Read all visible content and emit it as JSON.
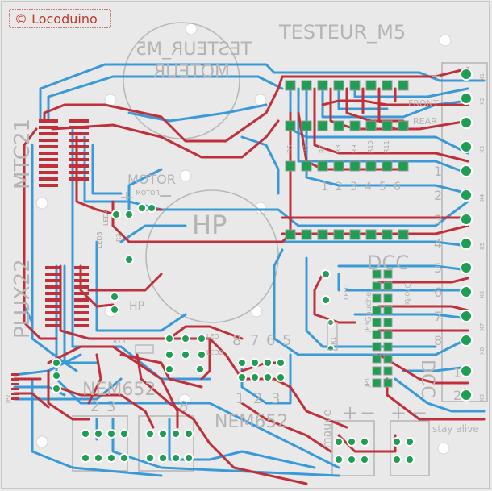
{
  "board": {
    "copyright": "© Locoduino",
    "title": "TESTEUR_M5",
    "title_mirrored": "TESTEUR_M5",
    "moteur_mirrored": "MOTEUR",
    "motor_big": "MOTOR",
    "motor_small": "MOTOR",
    "hp_big": "HP",
    "hp_small": "HP",
    "mtc21": "MTC21",
    "plux22": "PLUX22",
    "nem652_left": "NEM652",
    "nem652_right": "NEM652",
    "dcc_top": "DCC",
    "dcc_right": "DCC",
    "gauche": "Gauche",
    "droite": "Droite",
    "front": "FRONT",
    "rear": "REAR",
    "mauve": "mauve",
    "stay_alive": "stay alive",
    "led1": "LED1",
    "led2": "LED2",
    "led3": "LED3",
    "led4": "LED4",
    "led_motor": "LED4",
    "led_led": "LED",
    "r1": "R1",
    "r2": "R2",
    "r3": "R3",
    "r13": "R13",
    "jp1": "JP1",
    "jp2": "JP2",
    "jp3": "JP3",
    "pin_labels_right": [
      "+",
      "1",
      "2",
      "3",
      "4",
      "5",
      "6",
      "7",
      "8",
      "1",
      "2"
    ],
    "header_numbers": [
      "8",
      "7",
      "6",
      "5"
    ],
    "header_numbers_bottom": [
      "1",
      "2",
      "3"
    ],
    "nem_numbers_left": [
      "2",
      "3"
    ],
    "nem_number_8": "8",
    "resistor_row_labels": [
      "R5",
      "R6",
      "R7",
      "R8",
      "R9",
      "R10",
      "R11"
    ],
    "resistor_mid_labels": [
      "1",
      "2",
      "3",
      "4",
      "5",
      "6"
    ],
    "x_labels": [
      "X1",
      "X2",
      "X3",
      "X4",
      "X5",
      "X6",
      "X7",
      "X8",
      "X9"
    ]
  },
  "colors": {
    "background": "#e8e8e8",
    "top_copper": "#c0303a",
    "bottom_copper": "#3a9ad8",
    "pad": "#1e9e52",
    "silkscreen": "#b4b4b4",
    "copyright_text": "#c0392b"
  }
}
